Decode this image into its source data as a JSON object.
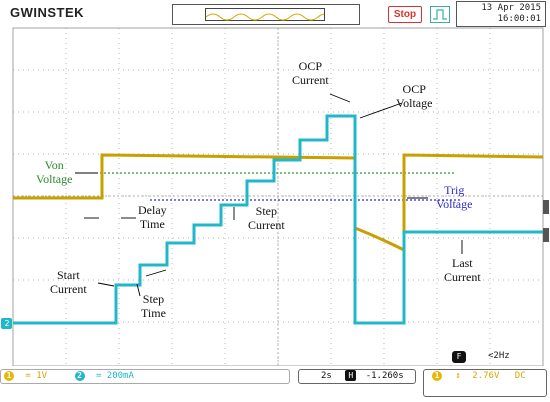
{
  "header": {
    "brand": "GWINSTEK",
    "run_state": "Stop",
    "date": "13 Apr 2015",
    "time": "16:00:01"
  },
  "annotations": {
    "ocp_current": [
      "OCP",
      "Current"
    ],
    "ocp_voltage": [
      "OCP",
      "Voltage"
    ],
    "von_voltage": [
      "Von",
      "Voltage"
    ],
    "delay_time": [
      "Delay",
      "Time"
    ],
    "step_current": [
      "Step",
      "Current"
    ],
    "trig_voltage": [
      "Trig",
      "Voltage"
    ],
    "start_current": [
      "Start",
      "Current"
    ],
    "step_time": [
      "Step",
      "Time"
    ],
    "last_current": [
      "Last",
      "Current"
    ]
  },
  "screen": {
    "ch2_marker": "2",
    "freq_label": "F",
    "freq_value": "<2Hz"
  },
  "footer": {
    "ch1_num": "1",
    "ch1_scale": "= 1V",
    "ch2_num": "2",
    "ch2_scale": "= 200mA",
    "timebase": "2s",
    "h_icon": "H",
    "h_offset": "-1.260s",
    "trig_ch": "1",
    "trig_slope": "↕",
    "trig_level": "2.76V",
    "trig_coupling": "DC"
  },
  "colors": {
    "ch1": "#c8a000",
    "ch2": "#20b8c8",
    "grid": "#8c8c8c",
    "von_line": "#2a9a2a",
    "trig_line": "#2a2ae0",
    "stop": "#e03030"
  }
}
